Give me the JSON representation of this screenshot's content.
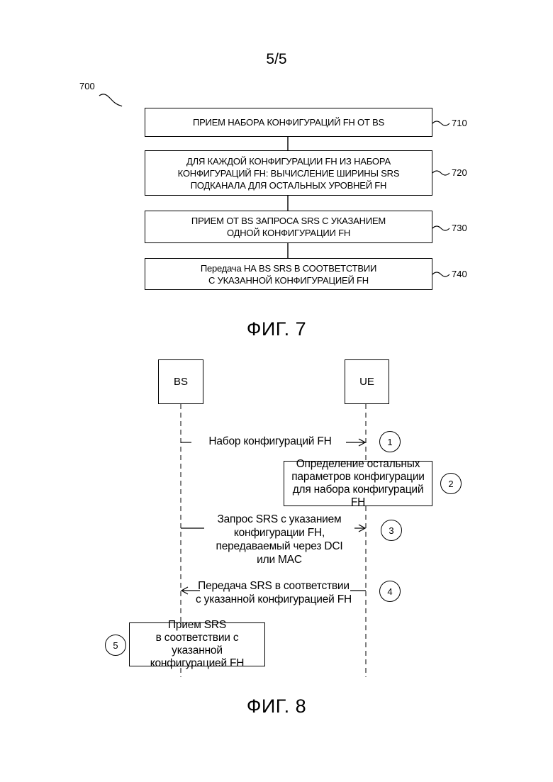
{
  "page": {
    "number": "5/5"
  },
  "fig7": {
    "ref": "700",
    "steps": [
      {
        "ref": "710",
        "text": "ПРИЕМ НАБОРА КОНФИГУРАЦИЙ FH ОТ BS"
      },
      {
        "ref": "720",
        "text": "ДЛЯ КАЖДОЙ КОНФИГУРАЦИИ FH ИЗ НАБОРА\nКОНФИГУРАЦИЙ FH: ВЫЧИСЛЕНИЕ ШИРИНЫ SRS\nПОДКАНАЛА ДЛЯ ОСТАЛЬНЫХ УРОВНЕЙ FH"
      },
      {
        "ref": "730",
        "text": "ПРИЕМ ОТ BS ЗАПРОСА SRS С УКАЗАНИЕМ\nОДНОЙ КОНФИГУРАЦИИ FH"
      },
      {
        "ref": "740",
        "text": "Передача НА BS SRS В СООТВЕТСТВИИ\nС УКАЗАННОЙ КОНФИГУРАЦИЕЙ FH"
      }
    ],
    "caption": "ФИГ. 7"
  },
  "fig8": {
    "entities": {
      "bs": "BS",
      "ue": "UE"
    },
    "messages": [
      {
        "step": "1",
        "label": "Набор конфигураций FH"
      },
      {
        "step": "3",
        "label": "Запрос SRS с указанием\nконфигурации FH,\nпередаваемый через DCI\nили MAC"
      },
      {
        "step": "4",
        "label": "Передача SRS в соответствии\nс указанной конфигурацией FH"
      }
    ],
    "actions": [
      {
        "step": "2",
        "text": "Определение остальных\nпараметров конфигурации\nдля набора конфигураций FH"
      },
      {
        "step": "5",
        "text": "Прием SRS\nв соответствии с указанной\nконфигурацией FH"
      }
    ],
    "caption": "ФИГ. 8"
  }
}
